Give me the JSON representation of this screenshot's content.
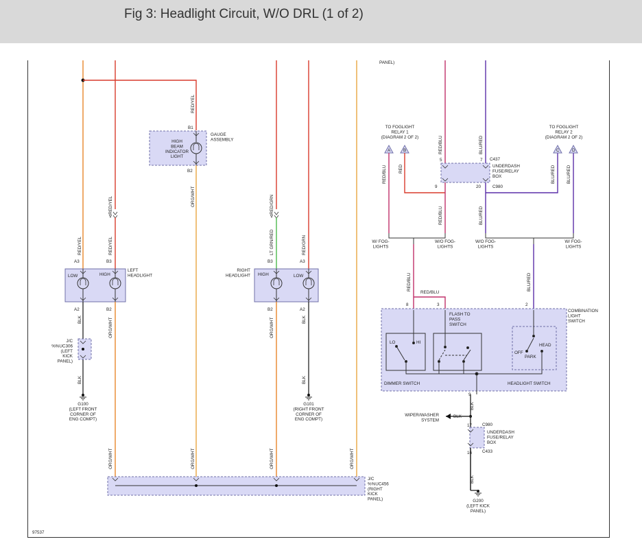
{
  "page": {
    "title": "Fig 3: Headlight Circuit, W/O DRL (1 of 2)"
  },
  "colors": {
    "red": "#d93a2b",
    "orange": "#e8872a",
    "tan": "#e8a540",
    "green": "#4cb84c",
    "purple": "#5a2fa8",
    "crimson": "#c0306a",
    "black": "#333333",
    "box_fill": "#d9d9f5",
    "box_stroke": "#7070a8"
  },
  "diagram": {
    "figure_number": "97537",
    "top_panel_note": "PANEL)",
    "gauge": {
      "pin_top": "B1",
      "pin_bottom": "B2",
      "label": "GAUGE\nASSEMBLY",
      "indicator": "HIGH\nBEAM\nINDICATOR\nLIGHT"
    },
    "left_headlight": {
      "label": "LEFT\nHEADLIGHT",
      "low": "LOW",
      "high": "HIGH",
      "pin_a3": "A3",
      "pin_b3": "B3",
      "pin_a2": "A2",
      "pin_b2": "B2"
    },
    "right_headlight": {
      "label": "RIGHT\nHEADLIGHT",
      "low": "LOW",
      "high": "HIGH",
      "pin_b3": "B3",
      "pin_a3": "A3",
      "pin_b2": "B2",
      "pin_a2": "A2"
    },
    "jc_left": {
      "label": "J/C\n%%UC306\n(LEFT\nKICK\nPANEL)"
    },
    "g100": {
      "label": "G100\n(LEFT FRONT\nCORNER OF\nENG COMPT)"
    },
    "g101": {
      "label": "G101\n(RIGHT FRONT\nCORNER OF\nENG COMPT)"
    },
    "jc_bottom": {
      "label": "J/C\n%%UC456\n(RIGHT\nKICK\nPANEL)"
    },
    "foglight_relay_1": {
      "label": "TO FOGLIGHT\nRELAY 1\n(DIAGRAM 2 OF 2)",
      "conn_a": "A",
      "conn_b": "B"
    },
    "foglight_relay_2": {
      "label": "TO FOGLIGHT\nRELAY 2\n(DIAGRAM 2 OF 2)",
      "conn_c": "C",
      "conn_d": "D"
    },
    "underdash_top": {
      "label": "UNDERDASH\nFUSE/RELAY\nBOX",
      "c437": "C437",
      "c980": "C980",
      "pin5": "5",
      "pin7": "7",
      "pin9": "9",
      "pin20": "20"
    },
    "fog_options": {
      "w1": "W/ FOG-\nLIGHTS",
      "wo1": "W/O FOG-\nLIGHTS",
      "wo2": "W/O FOG-\nLIGHTS",
      "w2": "W/ FOG-\nLIGHTS"
    },
    "combination_switch": {
      "label": "COMBINATION\nLIGHT\nSWITCH",
      "flash": "FLASH TO\nPASS\nSWITCH",
      "dimmer": "DIMMER SWITCH",
      "headlight": "HEADLIGHT SWITCH",
      "lo": "LO",
      "hi": "HI",
      "off": "OFF",
      "park": "PARK",
      "head": "HEAD",
      "pin8": "8",
      "pin3": "3",
      "pin2": "2",
      "pin9": "9"
    },
    "wiper": {
      "label": "WIPER/WASHER\nSYSTEM",
      "wire": "BLK"
    },
    "underdash_bottom": {
      "label": "UNDERDASH\nFUSE/RELAY\nBOX",
      "c980": "C980",
      "c433": "C433",
      "pin17": "17",
      "pin16": "16"
    },
    "g200": {
      "label": "G200\n(LEFT KICK\nPANEL)"
    },
    "wire_labels": {
      "red_yel": "RED/YEL",
      "red_yel_s": "⊲RED/YEL",
      "red_grn_s": "⊲RED/GRN",
      "red_grn": "RED/GRN",
      "lt_grn_red": "LT GRN/RED",
      "org_wht": "ORG/WHT",
      "blk": "BLK",
      "red_blu": "RED/BLU",
      "red": "RED",
      "blu_red": "BLU/RED"
    }
  }
}
